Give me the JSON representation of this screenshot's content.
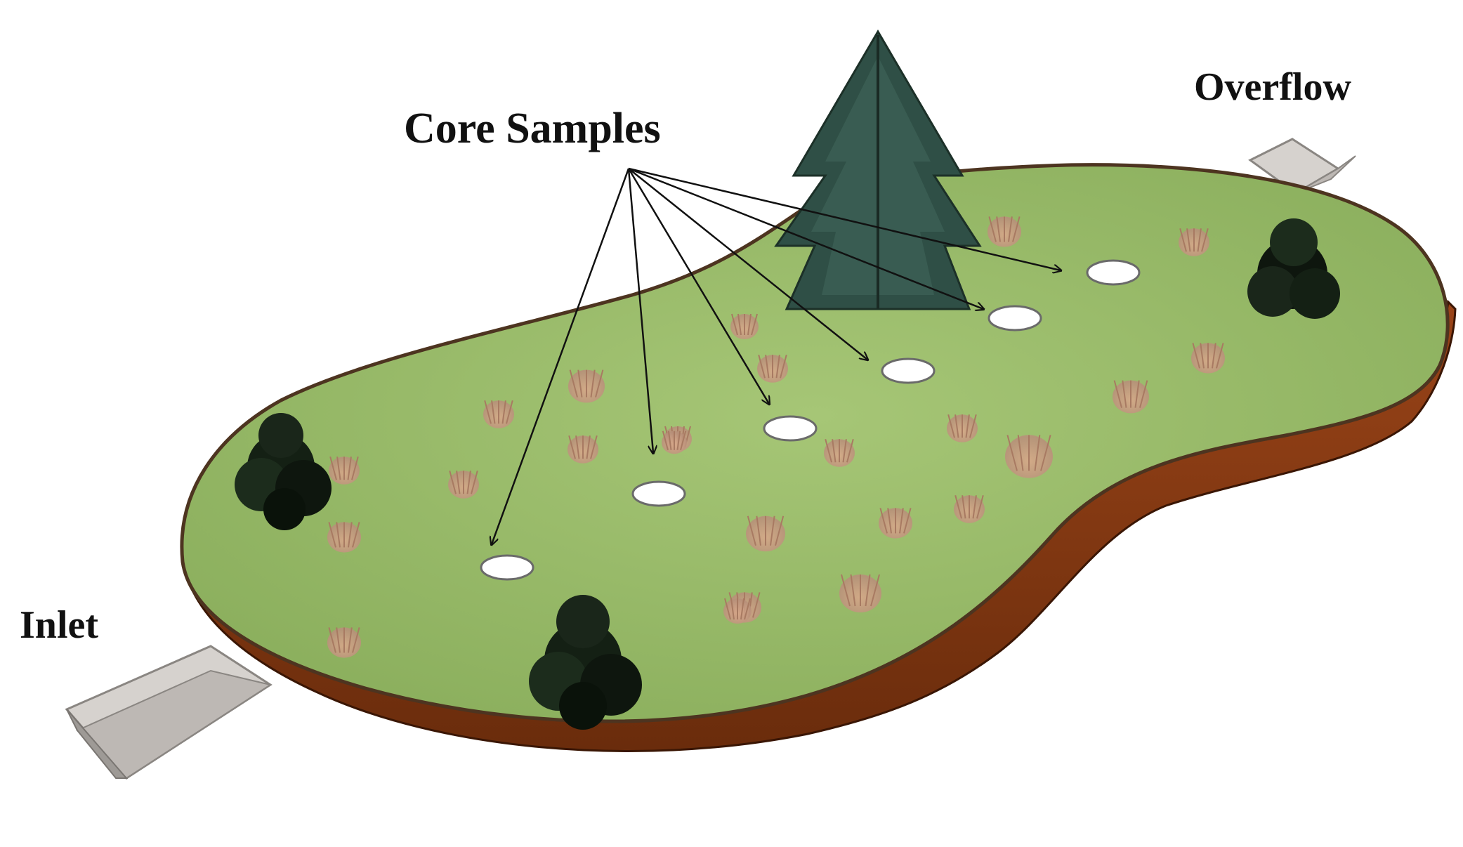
{
  "labels": {
    "core_samples": "Core Samples",
    "overflow": "Overflow",
    "inlet": "Inlet"
  },
  "core_sample_count": 6,
  "colors": {
    "lawn": "#98b868",
    "lawn_edge": "#5d7a3c",
    "soil_wall": "#8a3a14",
    "soil_wall_dark": "#5a2408",
    "sample_disc": "#ffffff",
    "channel": "#d4d0cc",
    "shrub": "#0f180f",
    "grass_tuft": "#c99a7e",
    "tree": "#2f4f46",
    "arrow": "#111111"
  }
}
